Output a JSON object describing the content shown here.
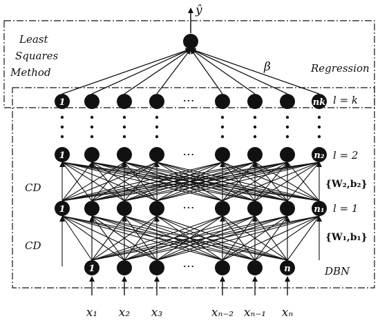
{
  "output_label": "ŷ",
  "beta_label": "β",
  "least_squares": {
    "line1": "Least",
    "line2": "Squares",
    "line3": "Method"
  },
  "regression_label": "Regression",
  "dbn_label": "DBN",
  "cd_labels": [
    "CD",
    "CD"
  ],
  "layer_labels": {
    "top": "l = k",
    "l2": "l = 2",
    "l1": "l = 1"
  },
  "weight_labels": {
    "w2": "{W₂,b₂}",
    "w1": "{W₁,b₁}"
  },
  "node_labels": {
    "input_first": "1",
    "input_last": "n",
    "l1_first": "1",
    "l1_last": "n₁",
    "l2_first": "1",
    "l2_last": "n₂",
    "lk_first": "1",
    "lk_last": "n_k"
  },
  "ellipsis": "···",
  "inputs": [
    "x₁",
    "x₂",
    "x₃",
    "xₙ₋₂",
    "xₙ₋₁",
    "xₙ"
  ]
}
